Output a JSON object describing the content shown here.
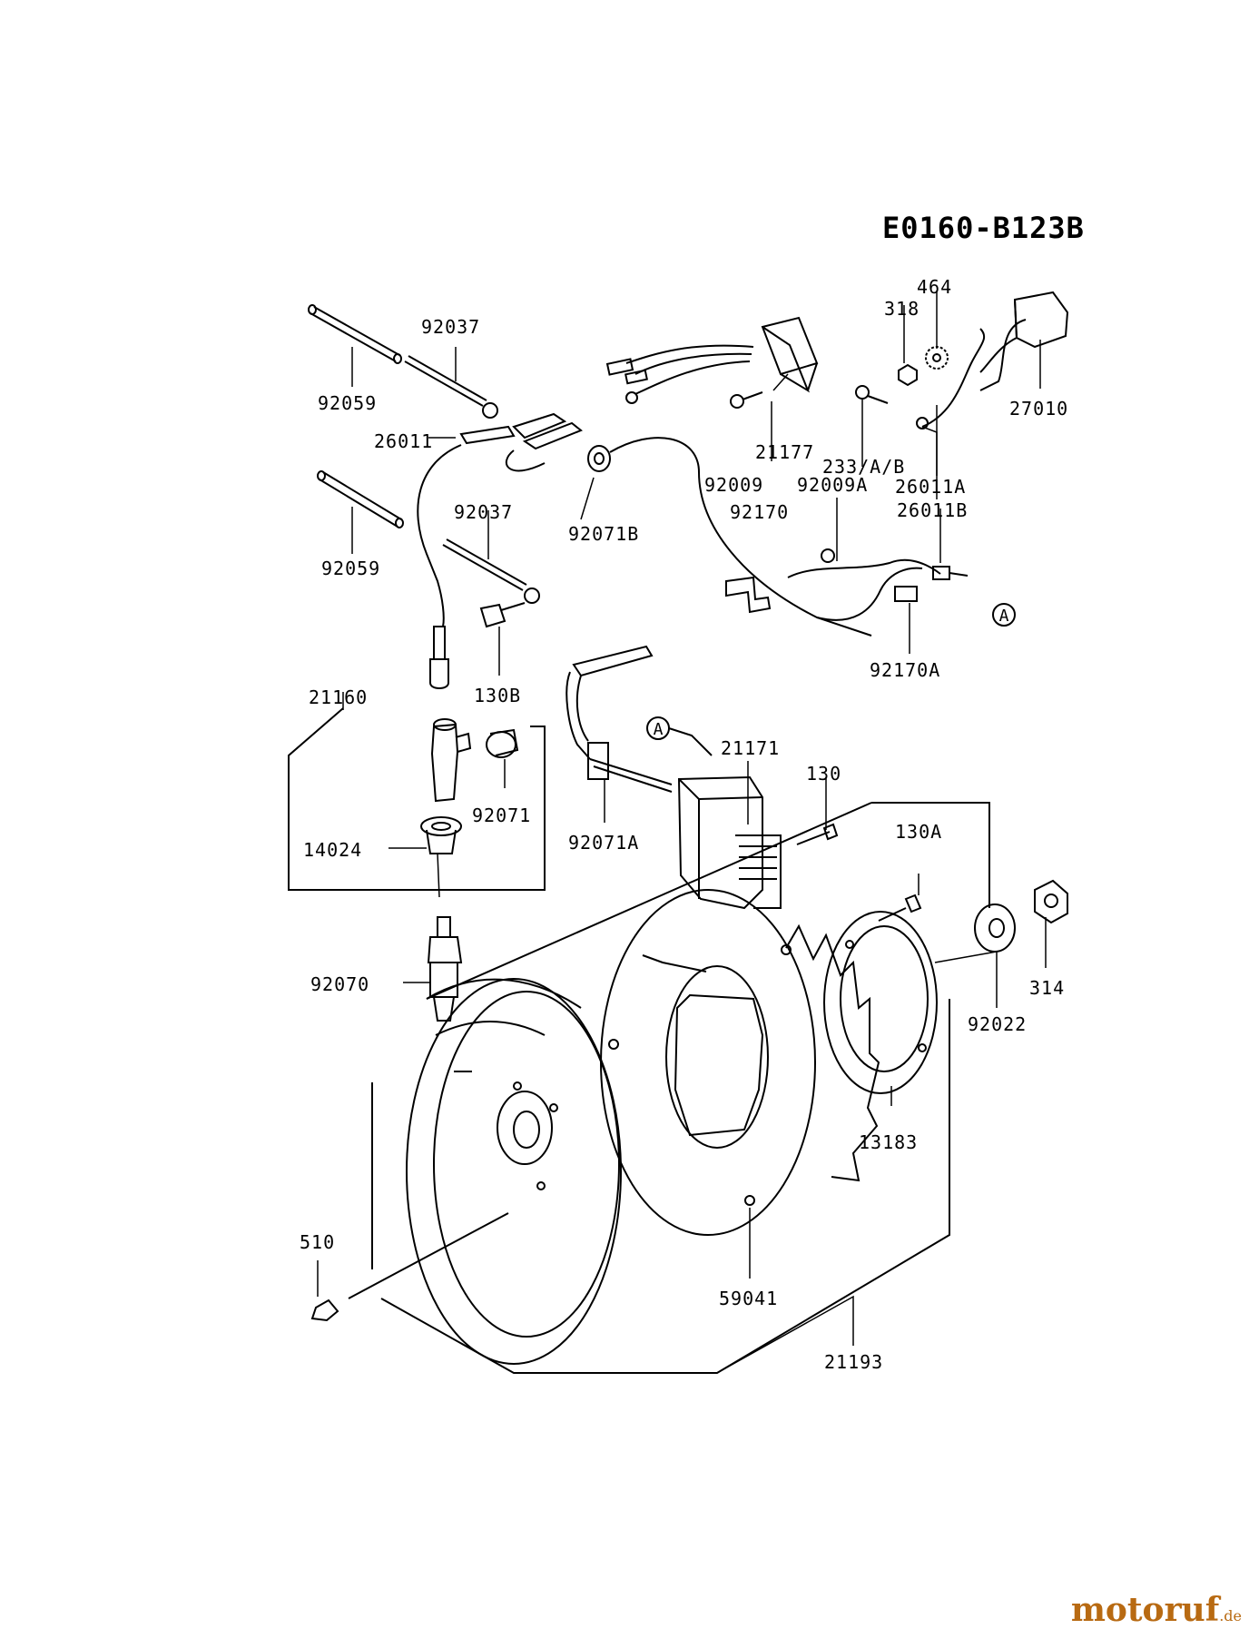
{
  "diagram": {
    "title": "E0160-B123B",
    "section_markers": [
      "A",
      "A"
    ],
    "part_labels": {
      "p92037_top": "92037",
      "p92059_top": "92059",
      "p26011": "26011",
      "p92059_mid": "92059",
      "p92037_mid": "92037",
      "p92071B": "92071B",
      "p130B": "130B",
      "p21177": "21177",
      "p92009": "92009",
      "p92009A": "92009A",
      "p92170": "92170",
      "p318": "318",
      "p464": "464",
      "p27010": "27010",
      "p233AB": "233/A/B",
      "p26011A": "26011A",
      "p26011B": "26011B",
      "p92170A": "92170A",
      "p21160": "21160",
      "p92071": "92071",
      "p14024": "14024",
      "p92070": "92070",
      "p21171": "21171",
      "p92071A": "92071A",
      "p130": "130",
      "p130A": "130A",
      "p314": "314",
      "p92022": "92022",
      "p13183": "13183",
      "p510": "510",
      "p59041": "59041",
      "p21193": "21193"
    }
  },
  "watermark": {
    "brand": "motoruf",
    "suffix": ".de",
    "color": "#b86a12"
  }
}
